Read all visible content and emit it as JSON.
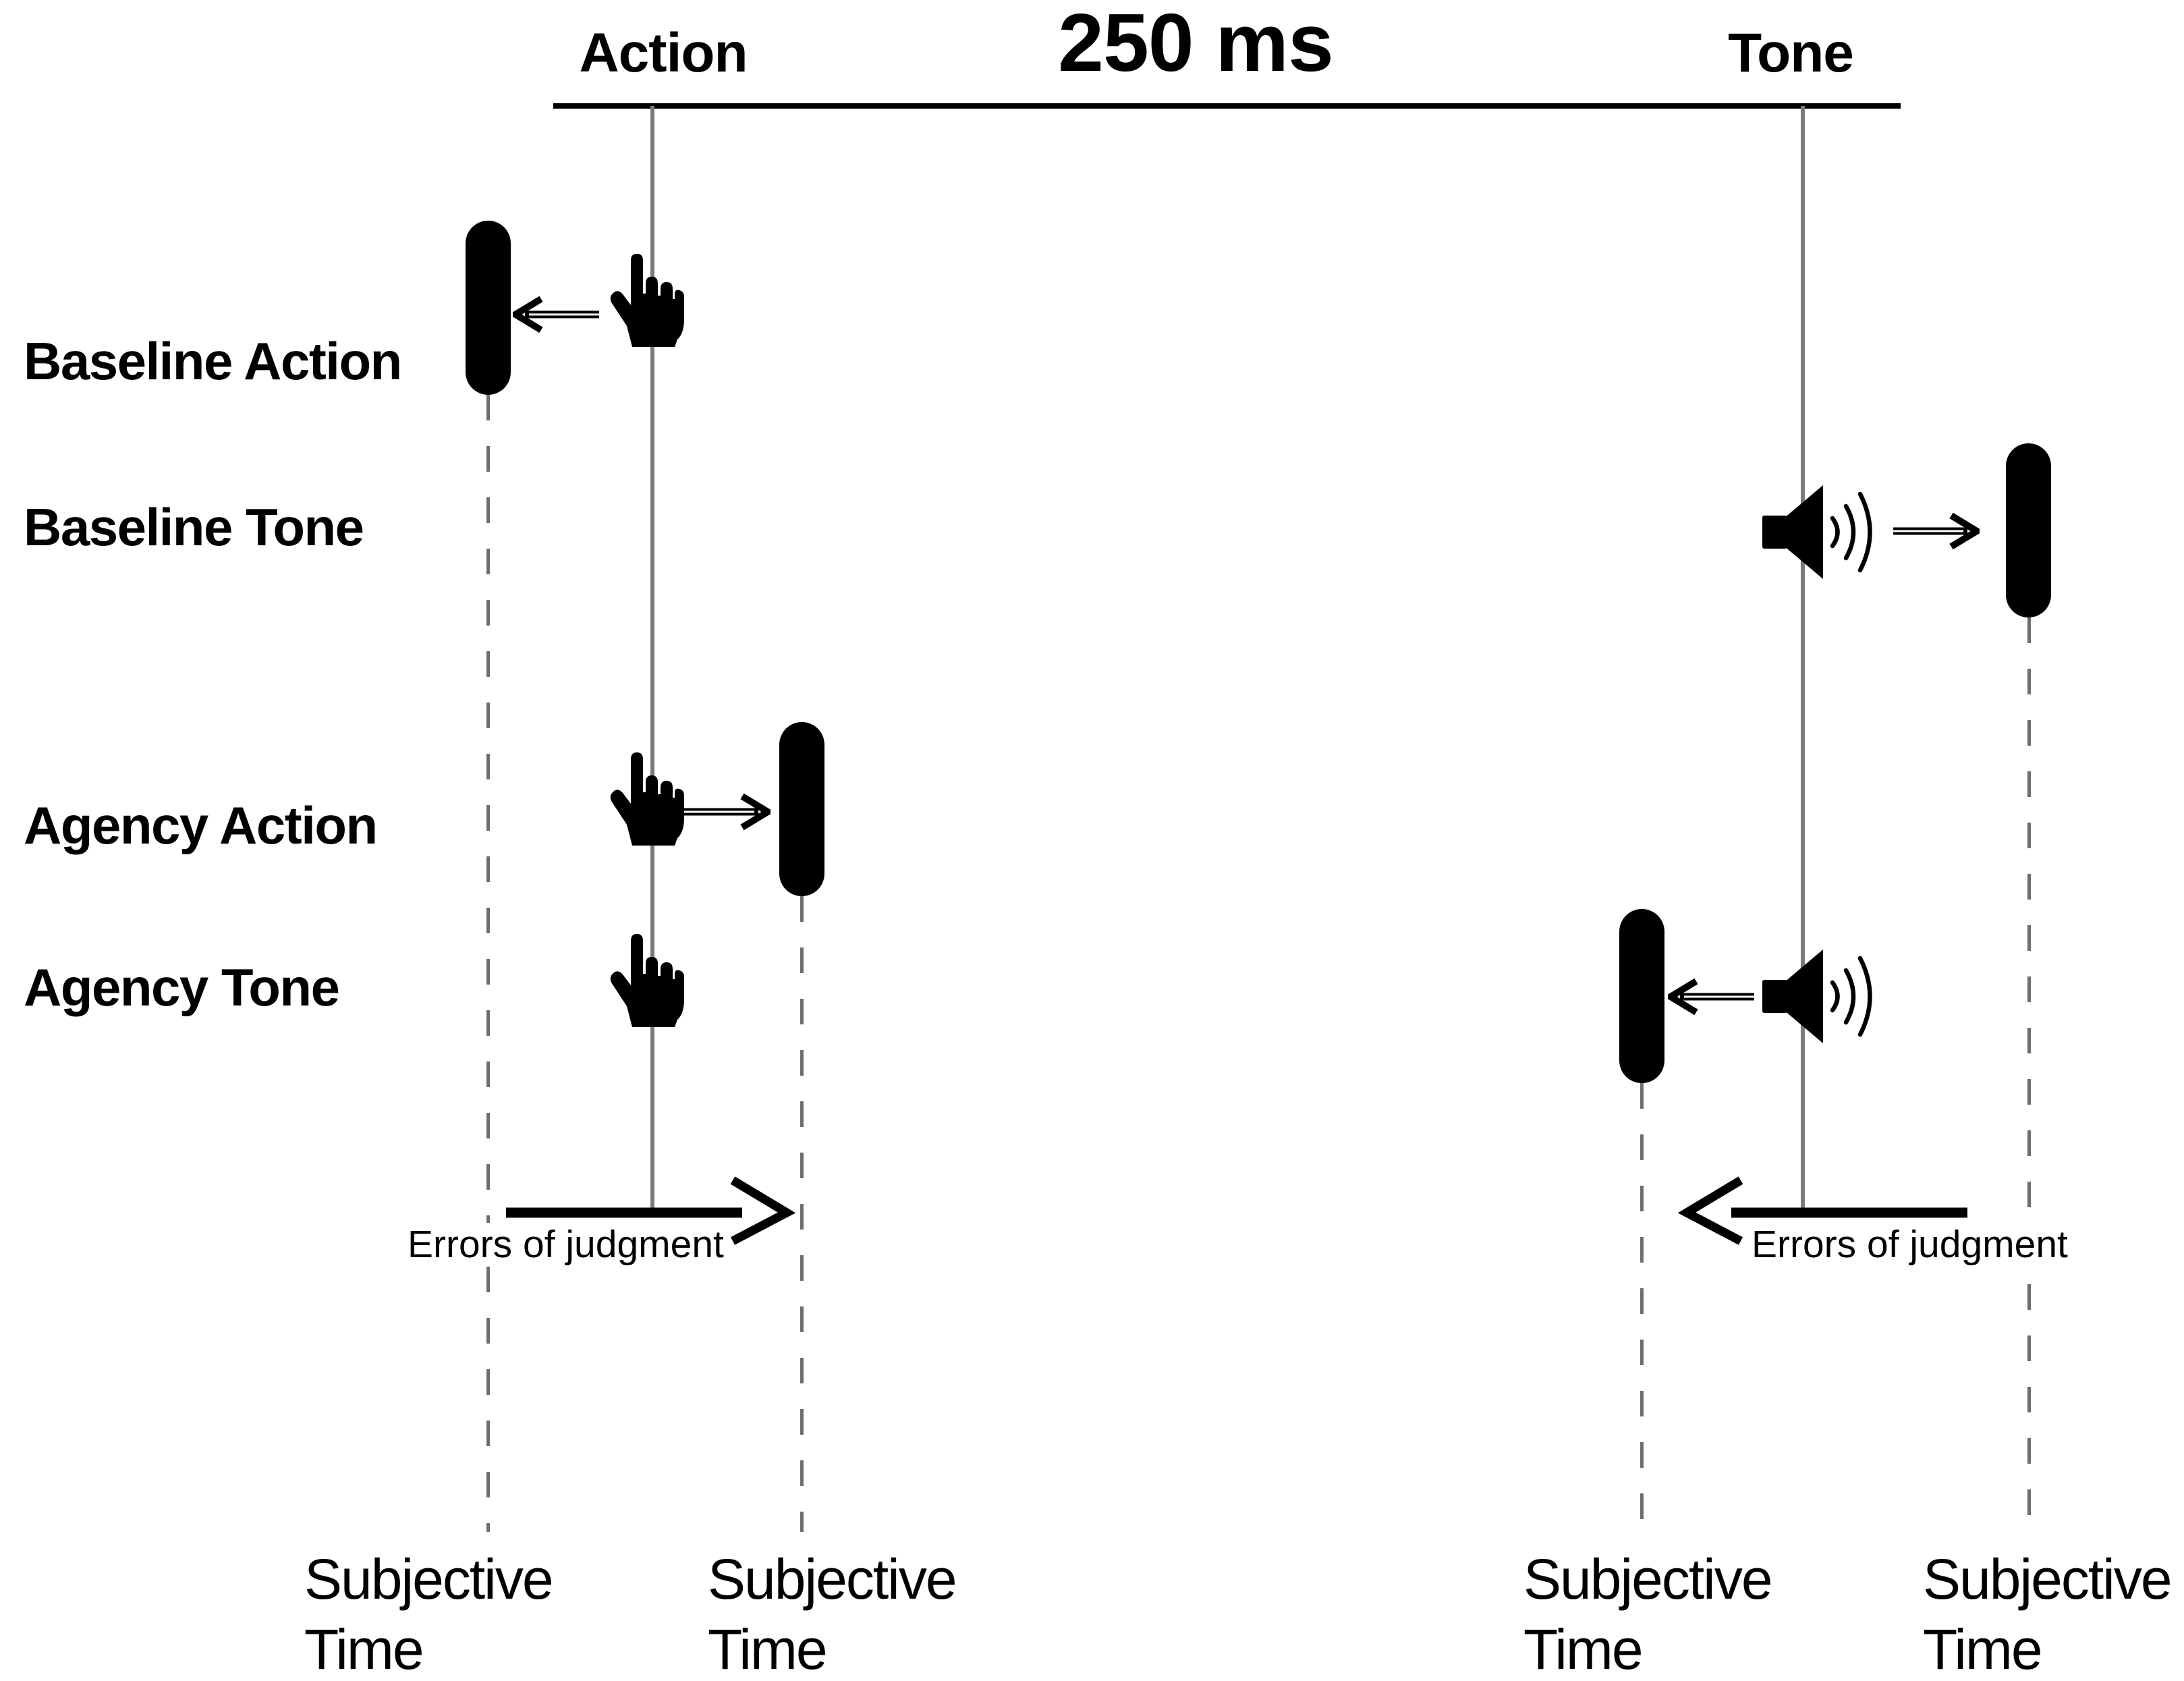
{
  "header": {
    "action_label": "Action",
    "interval_label": "250 ms",
    "tone_label": "Tone"
  },
  "rows": [
    {
      "label": "Baseline Action"
    },
    {
      "label": "Baseline Tone"
    },
    {
      "label": "Agency Action"
    },
    {
      "label": "Agency Tone"
    }
  ],
  "annotations": {
    "errors_left": "Errors of judgment",
    "errors_right": "Errors of judgment"
  },
  "subjective_labels": [
    {
      "line1": "Subjective",
      "line2": "Time"
    },
    {
      "line1": "Subjective",
      "line2": "Time"
    },
    {
      "line1": "Subjective",
      "line2": "Time"
    },
    {
      "line1": "Subjective",
      "line2": "Time"
    }
  ],
  "icons": {
    "hand": "pointing-hand-icon",
    "speaker": "speaker-icon"
  },
  "colors": {
    "ink": "#000000",
    "timeline_gray": "#7b7b7b",
    "dash_gray": "#6e6e6e",
    "background": "#ffffff"
  }
}
